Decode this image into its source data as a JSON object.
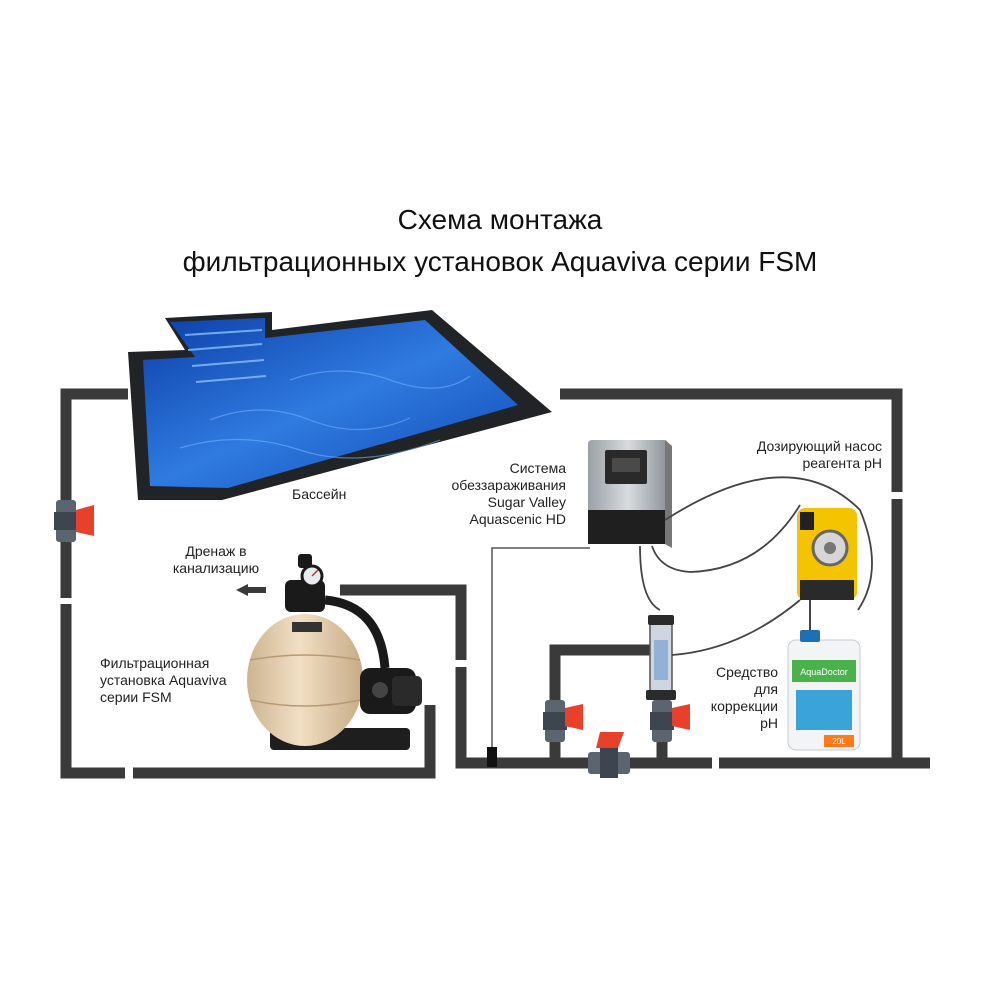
{
  "title": {
    "line1": "Схема монтажа",
    "line2": "фильтрационных установок Aquaviva серии FSM"
  },
  "labels": {
    "pool": "Бассейн",
    "drain": [
      "Дренаж в",
      "канализацию"
    ],
    "filter": [
      "Фильтрационная",
      "установка Aquaviva",
      "серии FSM"
    ],
    "disinfection": [
      "Система",
      "обеззараживания",
      "Sugar Valley",
      "Aquascenic HD"
    ],
    "dosing_pump": [
      "Дозирующий насос",
      "реагента pH"
    ],
    "ph_agent": [
      "Средство",
      "для",
      "коррекции",
      "pH"
    ]
  },
  "product_text": {
    "brand": "AquaDoctor",
    "volume": "20L"
  },
  "colors": {
    "pipe": "#3a3a3a",
    "valve_handle": "#e8402a",
    "valve_body": "#5a6570",
    "pool_water": "#1f63c9",
    "pool_edge": "#222628",
    "filter_tank": "#e8d2b4",
    "pump_yellow": "#f4c400",
    "canister": "#f2f4f6",
    "canister_green": "#49b24a"
  }
}
